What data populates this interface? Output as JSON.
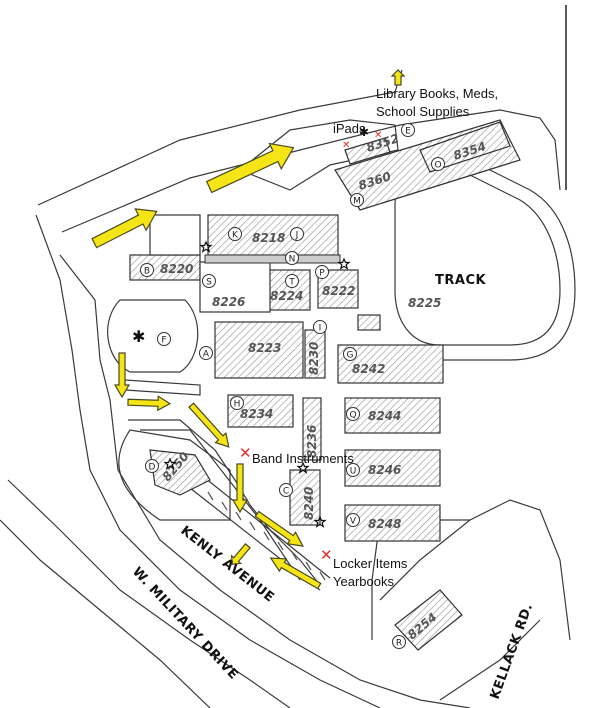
{
  "annotations": {
    "library": [
      "Library Books, Meds,",
      "School Supplies"
    ],
    "ipads": "iPads",
    "band": "Band Instruments",
    "locker": [
      "Locker Items",
      "Yearbooks"
    ]
  },
  "streets": {
    "kenly": "KENLY AVENUE",
    "military": "W. MILITARY DRIVE",
    "kellack": "KELLACK RD.",
    "track": "TRACK"
  },
  "buildings": [
    "8218",
    "8220",
    "8226",
    "8224",
    "8222",
    "8225",
    "8223",
    "8230",
    "8242",
    "8234",
    "8236",
    "8244",
    "8240",
    "8246",
    "8248",
    "8360",
    "8352",
    "8354",
    "8254",
    "8250"
  ],
  "location_letters": [
    "A",
    "B",
    "C",
    "D",
    "E",
    "F",
    "G",
    "H",
    "I",
    "J",
    "K",
    "M",
    "N",
    "O",
    "P",
    "Q",
    "R",
    "S",
    "T",
    "U",
    "V"
  ],
  "colors": {
    "arrow_fill": "#f6e516",
    "x_marker": "#e53030",
    "building_hatch": "#9a9a9a"
  }
}
